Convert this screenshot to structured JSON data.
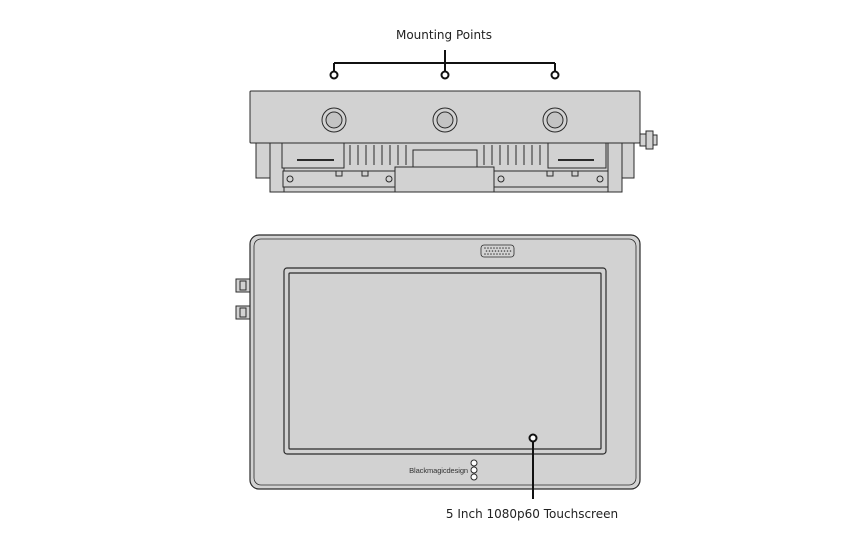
{
  "labels": {
    "mounting_points": "Mounting Points",
    "touchscreen": "5 Inch 1080p60 Touchscreen"
  },
  "brand": {
    "logo_text": "Blackmagicdesign"
  },
  "colors": {
    "device_fill": "#d2d2d2",
    "device_stroke": "#2b2b2b",
    "background": "#ffffff",
    "callout": "#111111"
  }
}
